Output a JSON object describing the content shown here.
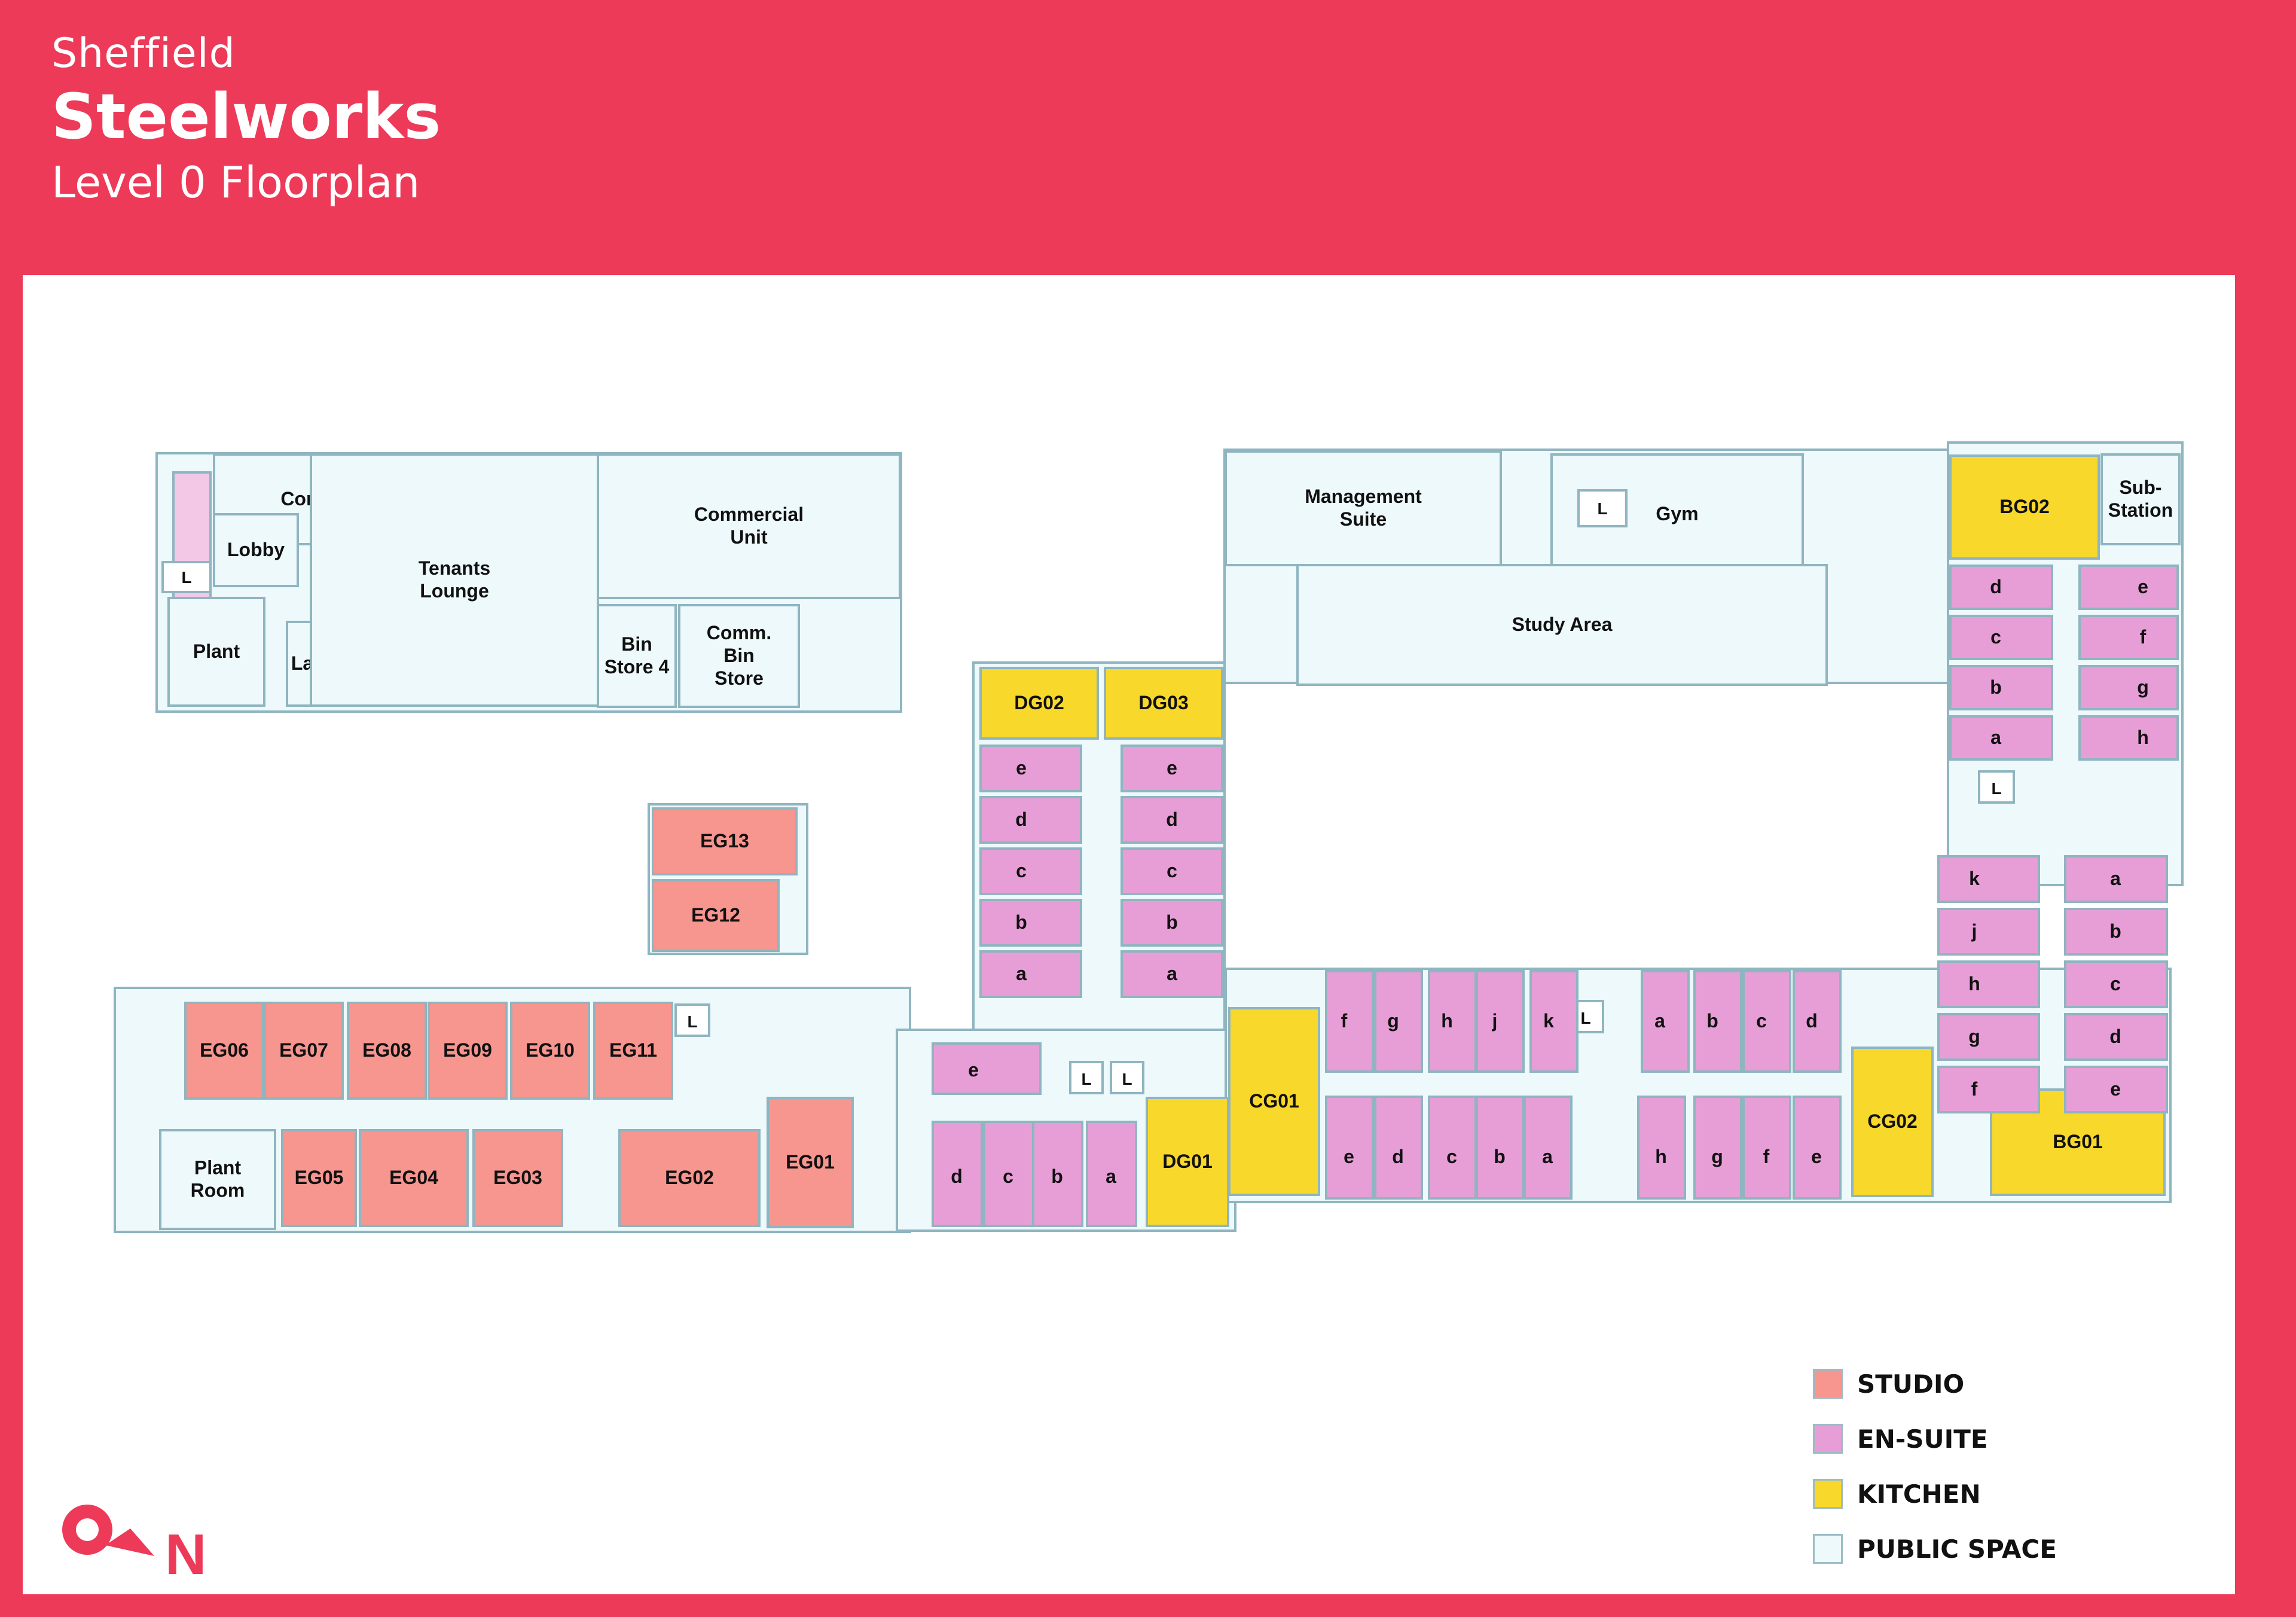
{
  "header": {
    "city": "Sheffield",
    "building": "Steelworks",
    "level": "Level 0 Floorplan"
  },
  "colors": {
    "background": "#ee3a59",
    "studio": "#f7958f",
    "ensuite": "#e79ed6",
    "kitchen": "#f9d82c",
    "public_space": "#eef9fb",
    "wall": "#8fb5c0"
  },
  "legend": {
    "items": [
      {
        "label": "STUDIO",
        "key": "studio"
      },
      {
        "label": "EN-SUITE",
        "key": "ensuite"
      },
      {
        "label": "KITCHEN",
        "key": "kitchen"
      },
      {
        "label": "PUBLIC SPACE",
        "key": "public_space"
      }
    ]
  },
  "compass": {
    "label": "N",
    "icon": "north-arrow-icon"
  },
  "rooms": {
    "public": [
      {
        "id": "comms",
        "label": "Comms"
      },
      {
        "id": "lobby",
        "label": "Lobby"
      },
      {
        "id": "lift-lobby",
        "label": "L"
      },
      {
        "id": "plant",
        "label": "Plant"
      },
      {
        "id": "laundry",
        "label": "Laundry"
      },
      {
        "id": "tenants-lounge",
        "label": "Tenants\nLounge"
      },
      {
        "id": "commercial-unit",
        "label": "Commercial\nUnit"
      },
      {
        "id": "bin-store-4",
        "label": "Bin\nStore 4"
      },
      {
        "id": "comm-bin-store",
        "label": "Comm.\nBin\nStore"
      },
      {
        "id": "management-suite",
        "label": "Management\nSuite"
      },
      {
        "id": "gym",
        "label": "Gym"
      },
      {
        "id": "study-area",
        "label": "Study Area"
      },
      {
        "id": "sub-station",
        "label": "Sub-\nStation"
      },
      {
        "id": "plant-room",
        "label": "Plant\nRoom"
      },
      {
        "id": "lift-gym",
        "label": "L"
      },
      {
        "id": "lift-b",
        "label": "L"
      },
      {
        "id": "lift-e",
        "label": "L"
      },
      {
        "id": "lift-d1",
        "label": "L"
      },
      {
        "id": "lift-d2",
        "label": "L"
      },
      {
        "id": "lift-c",
        "label": "L"
      }
    ],
    "studio": [
      "EG13",
      "EG12",
      "EG06",
      "EG07",
      "EG08",
      "EG09",
      "EG10",
      "EG11",
      "EG05",
      "EG04",
      "EG03",
      "EG02",
      "EG01"
    ],
    "kitchen": [
      "DG02",
      "DG03",
      "DG01",
      "CG01",
      "CG02",
      "BG02",
      "BG01"
    ],
    "ensuite_groups": {
      "d_left": [
        "e",
        "d",
        "c",
        "b",
        "a"
      ],
      "d_right": [
        "e",
        "d",
        "c",
        "b",
        "a"
      ],
      "d_bottom": [
        "e",
        "d",
        "c",
        "b",
        "a"
      ],
      "c_top": [
        "f",
        "g",
        "h",
        "j",
        "k",
        "a",
        "b",
        "c",
        "d"
      ],
      "c_bottom": [
        "e",
        "d",
        "c",
        "b",
        "a",
        "h",
        "g",
        "f",
        "e"
      ],
      "b_top_left": [
        "d",
        "c",
        "b",
        "a"
      ],
      "b_top_right": [
        "e",
        "f",
        "g",
        "h"
      ],
      "b_lower_left": [
        "k",
        "j",
        "h",
        "g",
        "f"
      ],
      "b_lower_right": [
        "a",
        "b",
        "c",
        "d",
        "e"
      ]
    }
  }
}
